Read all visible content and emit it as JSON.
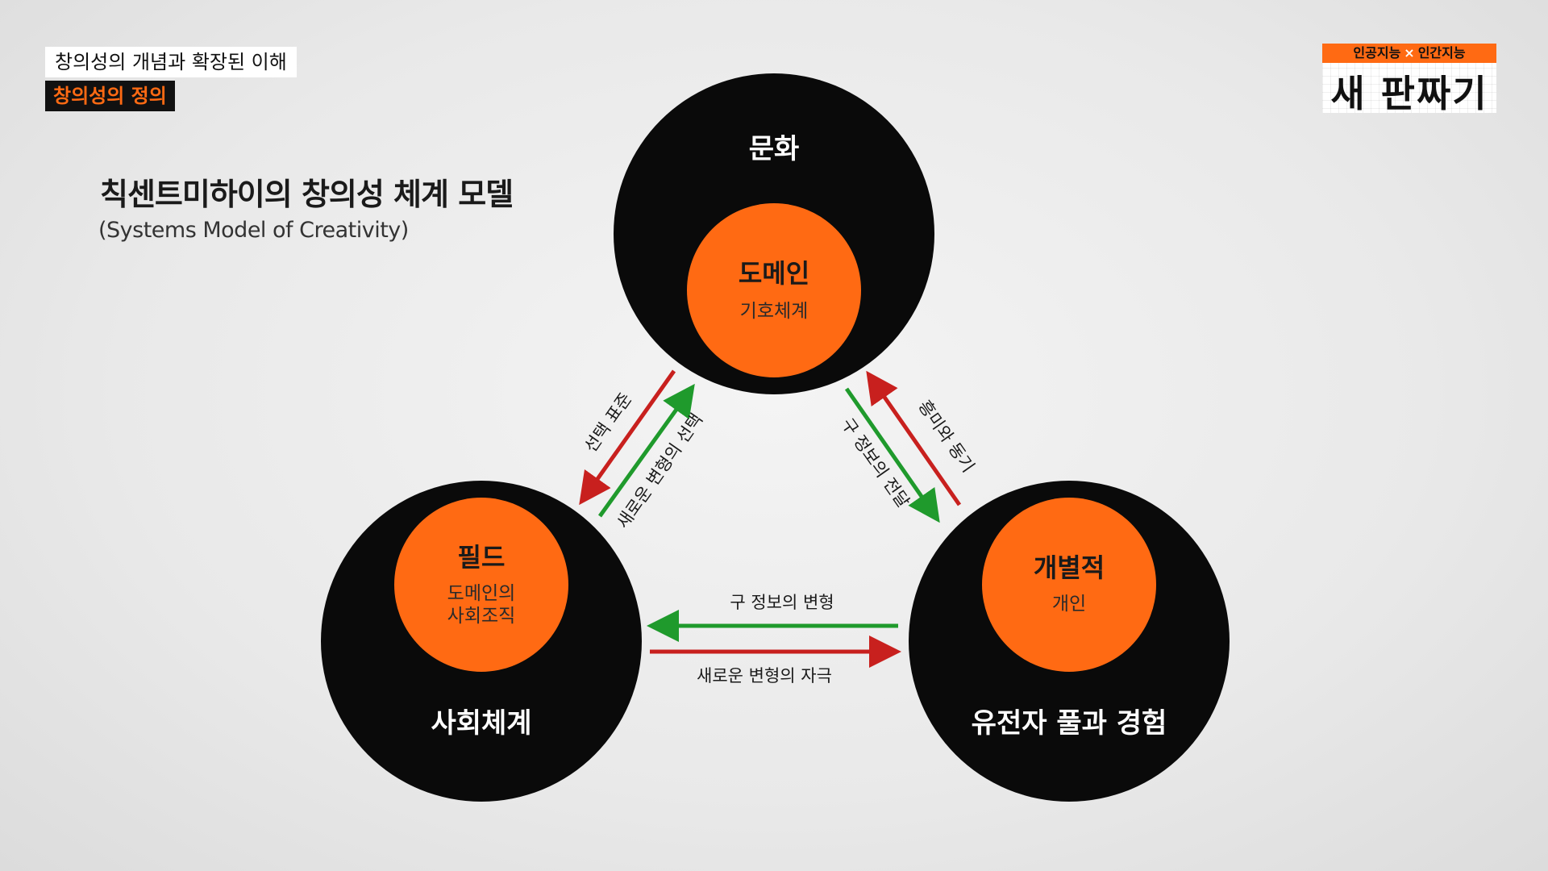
{
  "header": {
    "section": "창의성의 개념과 확장된 이해",
    "topic": "창의성의 정의"
  },
  "model": {
    "title": "칙센트미하이의 창의성 체계 모델",
    "subtitle": "(Systems Model of Creativity)"
  },
  "logo": {
    "top_left": "인공지능",
    "top_sep": "×",
    "top_right": "인간지능",
    "main": "새 판짜기"
  },
  "nodes": {
    "top": {
      "outer": "문화",
      "inner": "도메인",
      "inner_sub": [
        "기호체계"
      ]
    },
    "left": {
      "outer": "사회체계",
      "inner": "필드",
      "inner_sub": [
        "도메인의",
        "사회조직"
      ]
    },
    "right": {
      "outer": "유전자 풀과 경험",
      "inner": "개별적",
      "inner_sub": [
        "개인"
      ]
    }
  },
  "arrows": {
    "top_to_left": {
      "label": "선택 표준",
      "color": "#c8201e"
    },
    "left_to_top": {
      "label": "새로운 변형의 선택",
      "color": "#1f9a2c"
    },
    "top_to_right": {
      "label": "구 정보의 전달",
      "color": "#1f9a2c"
    },
    "right_to_top": {
      "label": "흥미와 동기",
      "color": "#c8201e"
    },
    "right_to_left": {
      "label": "구 정보의 변형",
      "color": "#1f9a2c"
    },
    "left_to_right": {
      "label": "새로운 변형의 자극",
      "color": "#c8201e"
    }
  },
  "colors": {
    "outer_circle": "#0a0a0a",
    "inner_circle": "#ff6a13",
    "accent": "#ff6a13"
  }
}
